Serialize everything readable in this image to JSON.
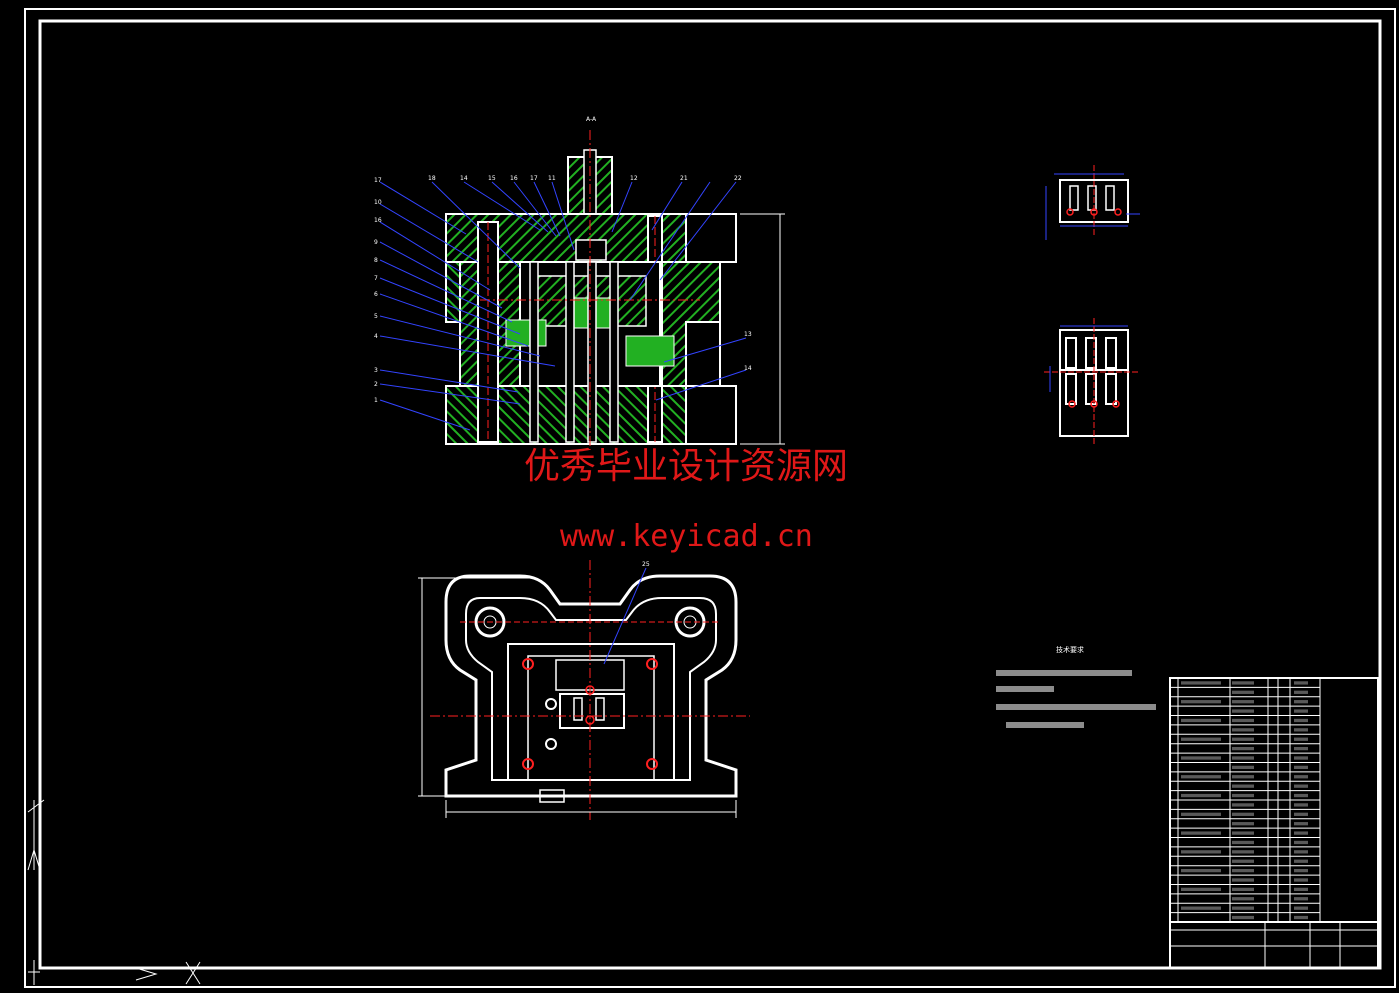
{
  "section_label": "A-A",
  "detail_a_label": "",
  "detail_a_note": "",
  "detail_b_label": "",
  "watermark": {
    "cn": "优秀毕业设计资源网",
    "url": "www.keyicad.cn"
  },
  "tech_requirements": {
    "title": "技术要求",
    "items": []
  },
  "balloons_section": [
    "17",
    "10",
    "16",
    "9",
    "8",
    "7",
    "6",
    "5",
    "4",
    "3",
    "2",
    "1"
  ],
  "balloons_top": [
    "18",
    "14",
    "15",
    "16",
    "17",
    "11",
    "12",
    "21",
    "22"
  ],
  "balloons_right": [
    "13",
    "14"
  ],
  "balloon_plan": "25",
  "colors": {
    "background": "#000000",
    "line": "#ffffff",
    "hatch": "#1faa1f",
    "leader": "#3344ff",
    "center": "#ff2020",
    "watermark": "#e01818"
  }
}
